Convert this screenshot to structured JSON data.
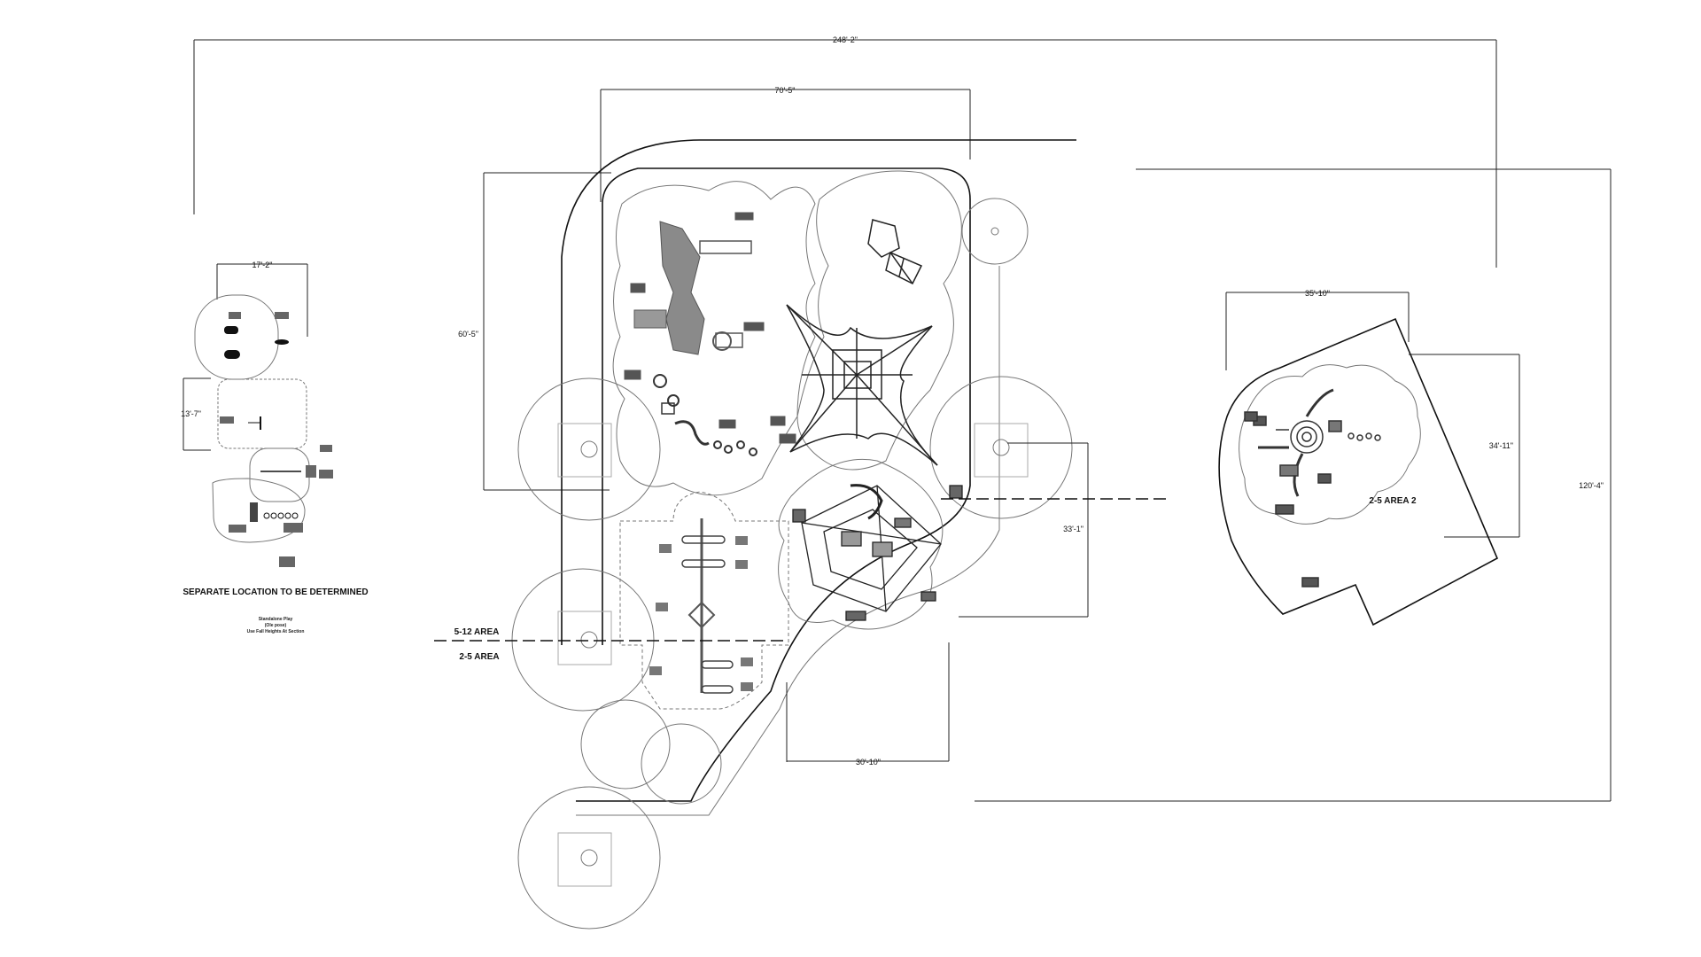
{
  "dimensions": {
    "overall_width": "248'-2\"",
    "overall_height": "120'-4\"",
    "area_5_12_width": "70'-5\"",
    "area_5_12_height": "60'-5\"",
    "separate_width": "17'-2\"",
    "separate_height": "13'-7\"",
    "area_2_5_width": "30'-10\"",
    "area_2_5_height": "33'-1\"",
    "area2_width": "35'-10\"",
    "area2_height": "34'-11\""
  },
  "labels": {
    "area_5_12": "5-12 AREA",
    "area_2_5": "2-5 AREA",
    "area_2_5_area2": "2-5 AREA 2",
    "separate_location": "SEPARATE LOCATION TO BE DETERMINED"
  },
  "separate_note": [
    "Standalone Play",
    "(Ole pose)",
    "Use Fall Heights At Section"
  ],
  "colors": {
    "linework": "#111111",
    "equipment": "#555555",
    "zones": "#777777"
  }
}
